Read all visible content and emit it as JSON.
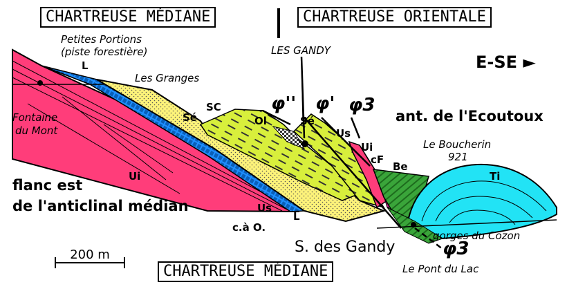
{
  "headers": {
    "left_box": "CHARTREUSE MÉDIANE",
    "right_box": "CHARTREUSE ORIENTALE",
    "bottom_box": "CHARTREUSE MÉDIANE"
  },
  "direction": "E-SE ►",
  "scale_bar": "200 m",
  "place_names": {
    "petites_portions_1": "Petites Portions",
    "petites_portions_2": "(piste forestière)",
    "les_gandy": "LES GANDY",
    "les_granges": "Les Granges",
    "fontaine_1": "Fontaine",
    "fontaine_2": "du Mont",
    "le_boucherin_1": "Le Boucherin",
    "le_boucherin_2": "921",
    "gorges": "gorges du Cozon",
    "pont": "Le Pont du Lac"
  },
  "structures": {
    "anticline_ecoutoux": "ant. de l'Ecoutoux",
    "flanc_1": "flanc est",
    "flanc_2": "de l'anticlinal médian",
    "synclinal": "S. des Gandy"
  },
  "fault_labels": {
    "phi_second": "φ''",
    "phi_prime": "φ'",
    "phi_3_top": "φ3",
    "phi_3_bottom": "φ3"
  },
  "formation_labels": {
    "L_top": "L",
    "Se_left": "Sé",
    "SC": "SC",
    "Ol": "Ol",
    "Se_right": "Sé",
    "Us_top": "Us",
    "Ui_right": "Ui",
    "cF": "cF",
    "Be": "Be",
    "Ti": "Ti",
    "Ui_left": "Ui",
    "Us_bottom": "Us",
    "L_bottom": "L",
    "caO": "c.à O."
  },
  "colors": {
    "pink": "#ff3d7a",
    "blue": "#1e8fff",
    "yellow": "#fdf37a",
    "yellow_green": "#d8ef3c",
    "green": "#3aa53a",
    "cyan": "#22e3f5",
    "magenta": "#c8198c"
  }
}
